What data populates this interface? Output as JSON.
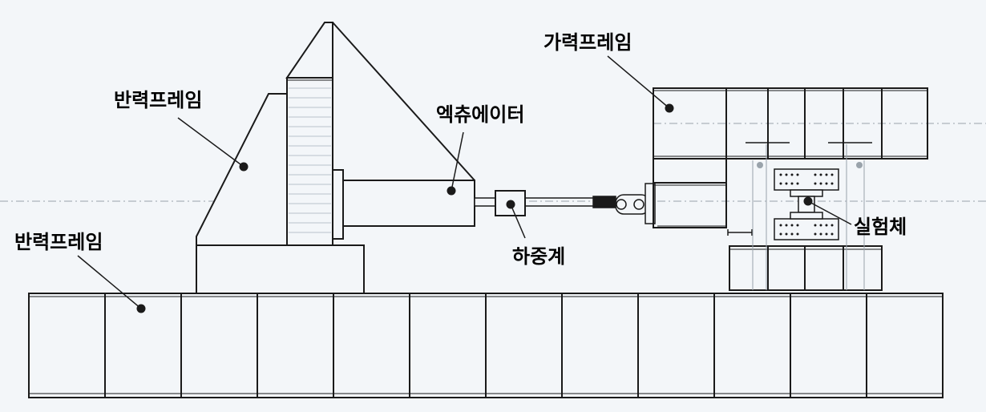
{
  "labels": {
    "reaction_frame_upper": "반력프레임",
    "reaction_frame_lower": "반력프레임",
    "actuator": "엑츄에이터",
    "loading_frame": "가력프레임",
    "load_cell": "하중계",
    "specimen": "실험체"
  },
  "colors": {
    "background": "#f3f6f9",
    "line": "#1a1a1a",
    "hatch": "#b9c3cc",
    "centerline": "#9aa3ab"
  }
}
